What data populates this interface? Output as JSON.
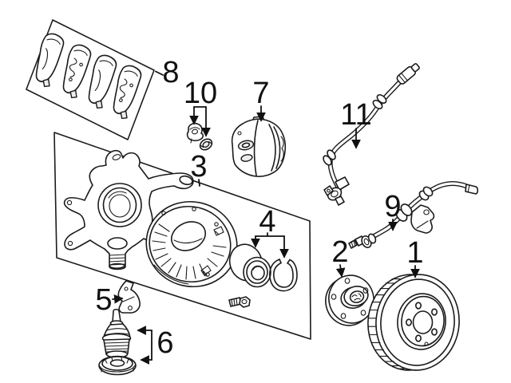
{
  "canvas": {
    "background_color": "#ffffff",
    "line_color": "#1b1b1b",
    "label_color": "#111111"
  },
  "callouts": [
    {
      "number": "1",
      "part": "brake-rotor"
    },
    {
      "number": "2",
      "part": "wheel-hub"
    },
    {
      "number": "3",
      "part": "steering-knuckle-and-splash-shield"
    },
    {
      "number": "4",
      "part": "wheel-bearing-and-snap-ring"
    },
    {
      "number": "5",
      "part": "sensor-bracket"
    },
    {
      "number": "6",
      "part": "ball-joint-and-castle-nut"
    },
    {
      "number": "7",
      "part": "brake-caliper"
    },
    {
      "number": "8",
      "part": "brake-pad-set"
    },
    {
      "number": "9",
      "part": "abs-sensor-harness"
    },
    {
      "number": "10",
      "part": "clip-and-grommet"
    },
    {
      "number": "11",
      "part": "abs-sensor-wire"
    }
  ]
}
